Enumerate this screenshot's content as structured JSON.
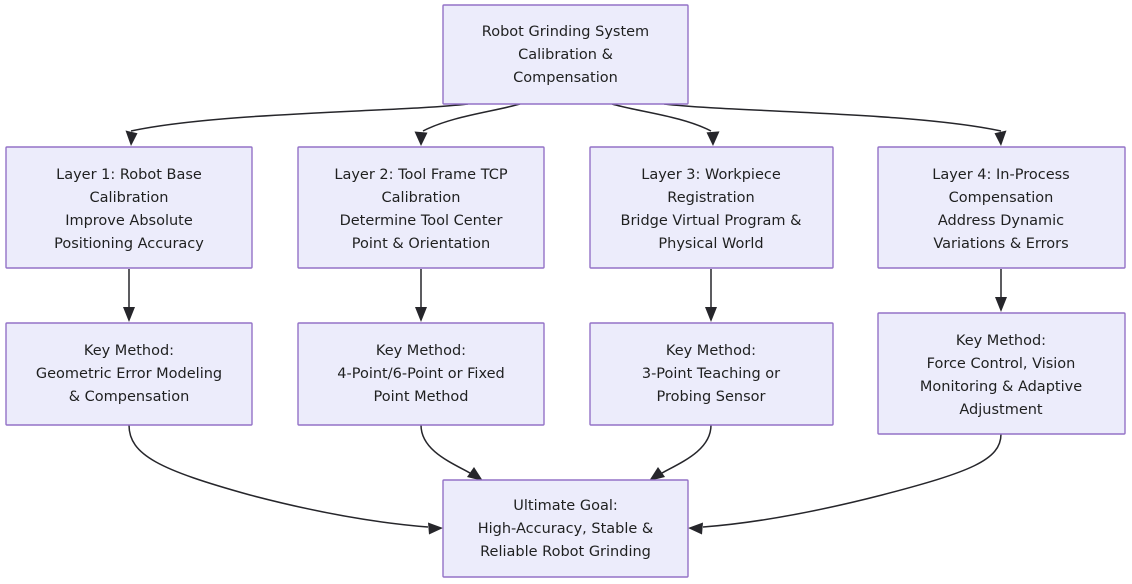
{
  "diagram": {
    "title_node": {
      "id": "root",
      "lines": [
        "Robot Grinding System",
        "Calibration &",
        "Compensation"
      ]
    },
    "layers": [
      {
        "id": "layer1",
        "lines": [
          "Layer 1: Robot Base",
          "Calibration",
          "Improve Absolute",
          "Positioning Accuracy"
        ]
      },
      {
        "id": "layer2",
        "lines": [
          "Layer 2: Tool Frame TCP",
          "Calibration",
          "Determine Tool Center",
          "Point & Orientation"
        ]
      },
      {
        "id": "layer3",
        "lines": [
          "Layer 3: Workpiece",
          "Registration",
          "Bridge Virtual Program &",
          "Physical World"
        ]
      },
      {
        "id": "layer4",
        "lines": [
          "Layer 4: In-Process",
          "Compensation",
          "Address Dynamic",
          "Variations & Errors"
        ]
      }
    ],
    "methods": [
      {
        "id": "method1",
        "lines": [
          "Key Method:",
          "Geometric Error Modeling",
          "& Compensation"
        ]
      },
      {
        "id": "method2",
        "lines": [
          "Key Method:",
          "4-Point/6-Point or Fixed",
          "Point Method"
        ]
      },
      {
        "id": "method3",
        "lines": [
          "Key Method:",
          "3-Point Teaching or",
          "Probing Sensor"
        ]
      },
      {
        "id": "method4",
        "lines": [
          "Key Method:",
          "Force Control, Vision",
          "Monitoring & Adaptive",
          "Adjustment"
        ]
      }
    ],
    "goal_node": {
      "id": "goal",
      "lines": [
        "Ultimate Goal:",
        "High-Accuracy, Stable &",
        "Reliable Robot Grinding"
      ]
    },
    "colors": {
      "node_fill": "#ececfb",
      "node_border": "#9372c7",
      "text": "#1f2020",
      "edge": "#26262b",
      "background": "#ffffff"
    }
  }
}
